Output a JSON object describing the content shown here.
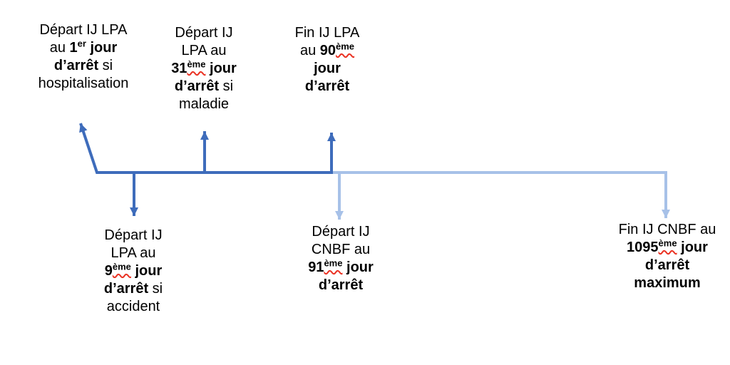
{
  "colors": {
    "arrow_dark": "#3E6CBB",
    "arrow_light": "#A7C1E8",
    "squiggle": "#EA3223",
    "text": "#000000",
    "background": "#FFFFFF"
  },
  "diagram": {
    "type": "timeline",
    "description_segments": [
      {
        "name": "lpa-period",
        "color_key": "arrow_dark"
      },
      {
        "name": "cnbf-period",
        "color_key": "arrow_light"
      }
    ]
  },
  "labels": [
    {
      "name": "depart-ij-lpa-1er-jour",
      "position": "top",
      "lines": [
        [
          {
            "t": "Départ IJ LPA"
          }
        ],
        [
          {
            "t": "au "
          },
          {
            "t": "1",
            "b": true
          },
          {
            "t": "er",
            "b": true,
            "sup": true
          },
          {
            "t": " jour",
            "b": true
          }
        ],
        [
          {
            "t": "d’arrêt",
            "b": true
          },
          {
            "t": " si"
          }
        ],
        [
          {
            "t": "hospitalisation"
          }
        ]
      ]
    },
    {
      "name": "depart-ij-lpa-31e-jour",
      "position": "top",
      "lines": [
        [
          {
            "t": "Départ IJ"
          }
        ],
        [
          {
            "t": "LPA au"
          }
        ],
        [
          {
            "t": "31",
            "b": true
          },
          {
            "t": "ème",
            "b": true,
            "sup": true,
            "sq": true
          },
          {
            "t": " jour",
            "b": true
          }
        ],
        [
          {
            "t": "d’arrêt",
            "b": true
          },
          {
            "t": " si"
          }
        ],
        [
          {
            "t": "maladie"
          }
        ]
      ]
    },
    {
      "name": "fin-ij-lpa-90e-jour",
      "position": "top",
      "lines": [
        [
          {
            "t": "Fin IJ LPA"
          }
        ],
        [
          {
            "t": "au "
          },
          {
            "t": "90",
            "b": true
          },
          {
            "t": "ème",
            "b": true,
            "sup": true,
            "sq": true
          }
        ],
        [
          {
            "t": "jour",
            "b": true
          }
        ],
        [
          {
            "t": "d’arrêt",
            "b": true
          }
        ]
      ]
    },
    {
      "name": "depart-ij-lpa-9e-jour",
      "position": "bottom",
      "lines": [
        [
          {
            "t": "Départ IJ"
          }
        ],
        [
          {
            "t": "LPA au"
          }
        ],
        [
          {
            "t": "9",
            "b": true
          },
          {
            "t": "ème",
            "b": true,
            "sup": true,
            "sq": true
          },
          {
            "t": " jour",
            "b": true
          }
        ],
        [
          {
            "t": "d’arrêt",
            "b": true
          },
          {
            "t": " si"
          }
        ],
        [
          {
            "t": "accident"
          }
        ]
      ]
    },
    {
      "name": "depart-ij-cnbf-91e-jour",
      "position": "bottom",
      "lines": [
        [
          {
            "t": "Départ IJ"
          }
        ],
        [
          {
            "t": "CNBF au"
          }
        ],
        [
          {
            "t": "91",
            "b": true
          },
          {
            "t": "ème",
            "b": true,
            "sup": true,
            "sq": true
          },
          {
            "t": " jour",
            "b": true
          }
        ],
        [
          {
            "t": "d’arrêt",
            "b": true
          }
        ]
      ]
    },
    {
      "name": "fin-ij-cnbf-1095e-jour",
      "position": "bottom",
      "lines": [
        [
          {
            "t": "Fin IJ CNBF au"
          }
        ],
        [
          {
            "t": "1095",
            "b": true
          },
          {
            "t": "ème",
            "b": true,
            "sup": true,
            "sq": true
          },
          {
            "t": " jour",
            "b": true
          }
        ],
        [
          {
            "t": "d’arrêt",
            "b": true
          }
        ],
        [
          {
            "t": "maximum",
            "b": true
          }
        ]
      ]
    }
  ]
}
